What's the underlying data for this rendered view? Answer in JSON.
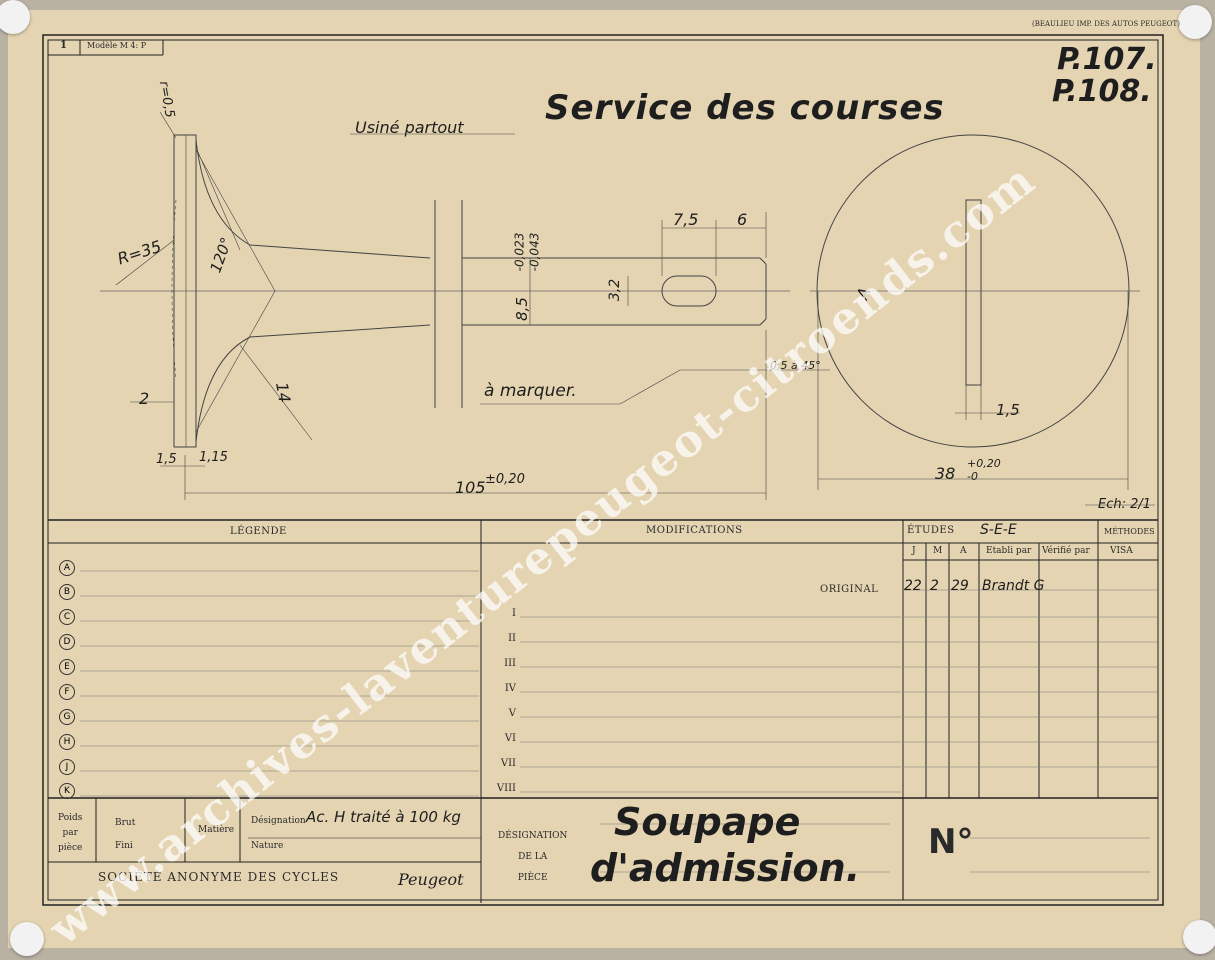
{
  "printer_mark": "(BEAULIEU IMP. DES AUTOS PEUGEOT)",
  "sheet_number": "1",
  "model_code": "Modèle M 4: P",
  "part_numbers": [
    "P.107.",
    "P.108."
  ],
  "title": "Service des courses",
  "note_machined": "Usiné partout",
  "note_mark": "à marquer.",
  "dimensions": {
    "r_fillet": "r=0,5",
    "radius": "R=35",
    "angle": "120°",
    "stem_diameter": "8,5",
    "stem_tol": [
      "-0,023",
      "-0,043"
    ],
    "slot_width": "3,2",
    "slot_length": "7,5",
    "end_length": "6",
    "chamfer": "0,5 à 45°",
    "seat_width": "14",
    "face_thickness": "2",
    "dim_15": "1,5",
    "dim_115": "1,15",
    "total_length": "105",
    "total_length_tol": "±0,20",
    "head_diameter": "38",
    "head_diameter_tol": [
      "+0,20",
      "-0"
    ],
    "view_a": "A",
    "slot_view_width": "1,5",
    "scale": "Ech: 2/1"
  },
  "table": {
    "legend_header": "LÉGENDE",
    "legend_items": [
      "A",
      "B",
      "C",
      "D",
      "E",
      "F",
      "G",
      "H",
      "J",
      "K"
    ],
    "modifications_header": "MODIFICATIONS",
    "original_label": "ORIGINAL",
    "modification_rows": [
      "I",
      "II",
      "III",
      "IV",
      "V",
      "VI",
      "VII",
      "VIII"
    ],
    "etudes_label": "ÉTUDES",
    "etudes_value": "S-E-E",
    "methodes_label": "MÉTHODES",
    "col_j": "J",
    "col_m": "M",
    "col_a": "A",
    "col_etabli": "Etabli par",
    "col_verifie": "Vérifié par",
    "col_visa": "VISA",
    "orig_j": "22",
    "orig_m": "2",
    "orig_a": "29",
    "orig_by": "Brandt G"
  },
  "footer": {
    "poids_label": "Poids\npar\npièce",
    "brut_label": "Brut",
    "fini_label": "Fini",
    "matiere_label": "Matière",
    "designation_label": "Désignation",
    "designation_value": "Ac. H traité à 100 kg",
    "nature_label": "Nature",
    "company": "SOCIÉTÉ ANONYME DES CYCLES",
    "brand": "Peugeot",
    "piece_label": "DÉSIGNATION\nDE LA\nPIÈCE",
    "piece_name_1": "Soupape",
    "piece_name_2": "d'admission.",
    "number_label": "N°"
  },
  "watermark": "www.archives-laventurepeugeot-citroends.com",
  "colors": {
    "paper": "#e4d4b2",
    "ink": "#222222",
    "pencil": "#4a4a4a",
    "watermark": "#ffffff"
  }
}
